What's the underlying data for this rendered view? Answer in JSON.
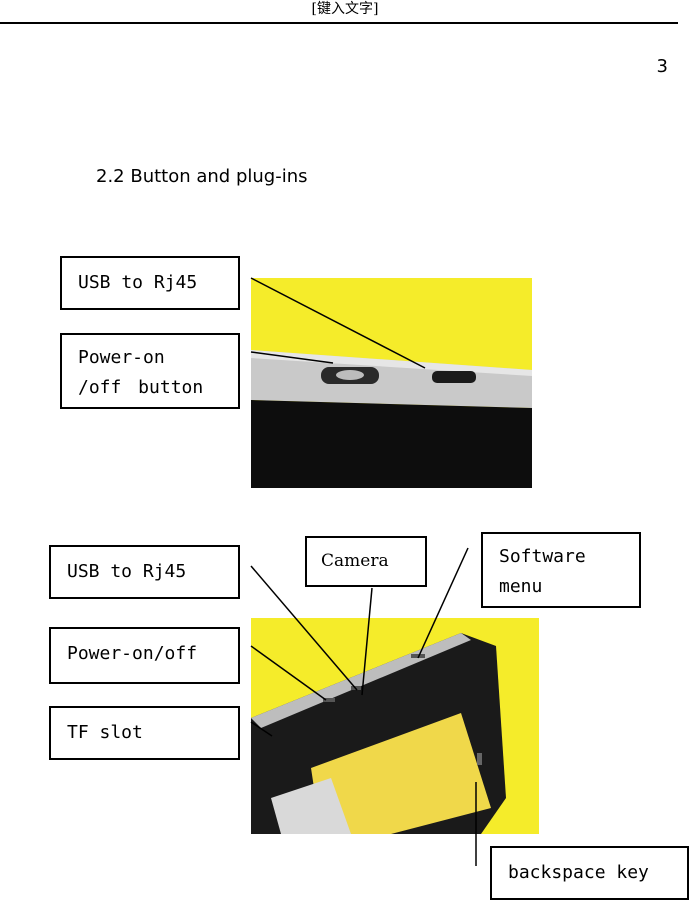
{
  "header": {
    "text": "[键入文字]"
  },
  "page_number": "3",
  "section_title": "2.2 Button and plug-ins",
  "figure1": {
    "labels": {
      "usb": "USB to Rj45",
      "power": "Power-on   /off button"
    }
  },
  "figure2": {
    "labels": {
      "usb": "USB to Rj45",
      "camera": "Camera",
      "software": "Software menu",
      "power": "Power-on/off",
      "tf": "TF slot",
      "backspace": "backspace key"
    }
  },
  "colors": {
    "photo_background": "#f5ec2a",
    "device_body": "#c8c8c8",
    "screen": "#111111"
  }
}
